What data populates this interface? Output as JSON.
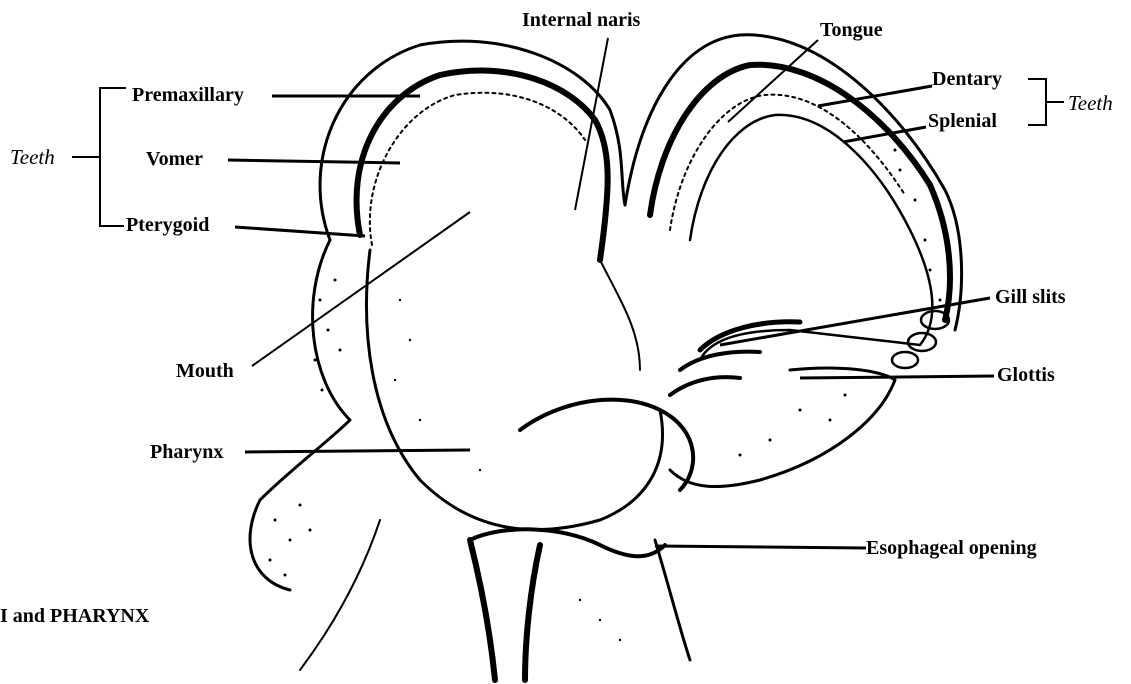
{
  "labels": {
    "internal_naris": "Internal naris",
    "tongue": "Tongue",
    "premaxillary": "Premaxillary",
    "vomer": "Vomer",
    "pterygoid": "Pterygoid",
    "teeth_left": "Teeth",
    "dentary": "Dentary",
    "splenial": "Splenial",
    "teeth_right": "Teeth",
    "gill_slits": "Gill slits",
    "glottis": "Glottis",
    "mouth": "Mouth",
    "pharynx": "Pharynx",
    "esophageal_opening": "Esophageal opening",
    "caption_fragment": "I and PHARYNX"
  },
  "colors": {
    "ink": "#000000",
    "paper": "#ffffff"
  }
}
